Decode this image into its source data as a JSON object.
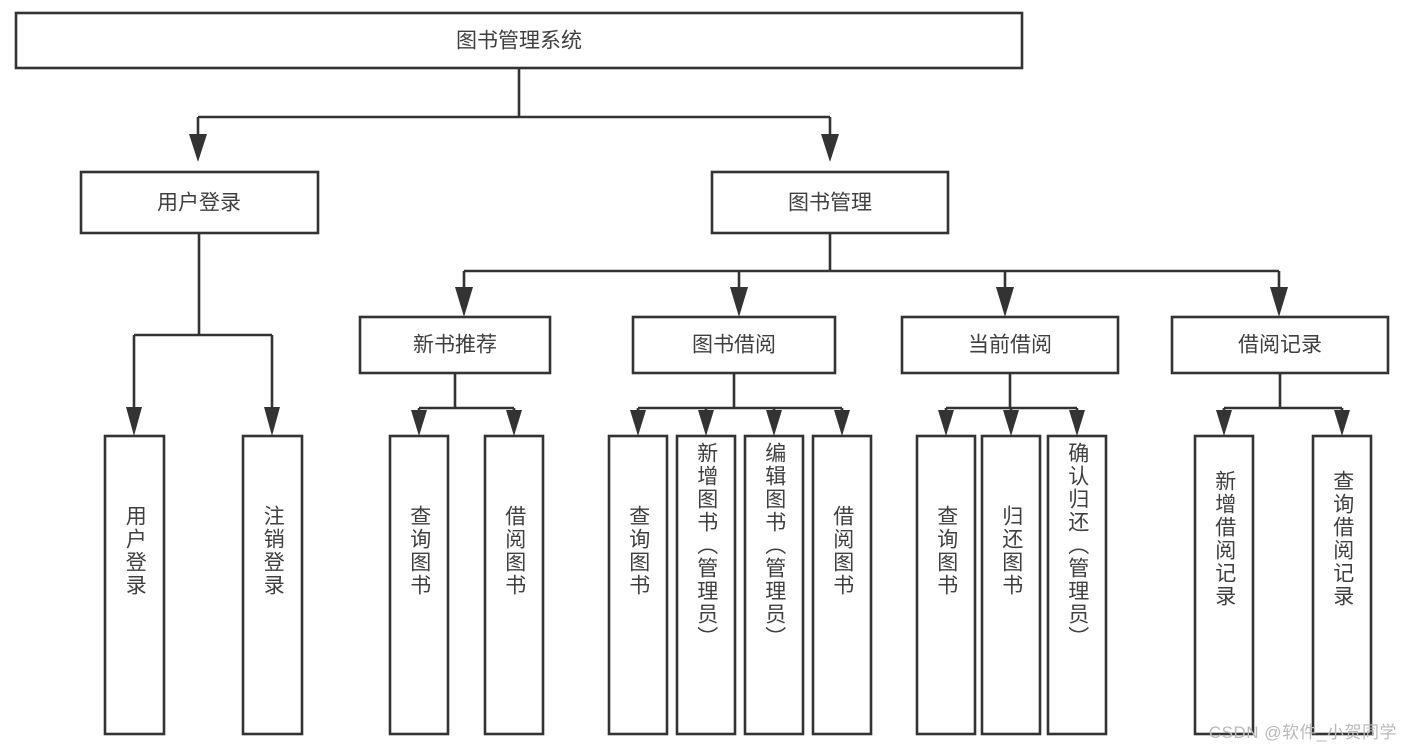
{
  "diagram": {
    "type": "tree-hierarchy-chart",
    "title": "图书管理系统",
    "stroke_color": "#333333",
    "text_color": "#3f3f3f",
    "background_color": "#ffffff",
    "root": {
      "label": "图书管理系统"
    },
    "level2": [
      {
        "label": "用户登录"
      },
      {
        "label": "图书管理"
      }
    ],
    "level3": [
      {
        "label": "新书推荐"
      },
      {
        "label": "图书借阅"
      },
      {
        "label": "当前借阅"
      },
      {
        "label": "借阅记录"
      }
    ],
    "leaves": {
      "user_login": [
        {
          "label": "用户登录"
        },
        {
          "label": "注销登录"
        }
      ],
      "new_book_recommend": [
        {
          "label": "查询图书"
        },
        {
          "label": "借阅图书"
        }
      ],
      "book_borrow": [
        {
          "label": "查询图书"
        },
        {
          "label": "新增图书（管理员）"
        },
        {
          "label": "编辑图书（管理员）"
        },
        {
          "label": "借阅图书"
        }
      ],
      "current_borrow": [
        {
          "label": "查询图书"
        },
        {
          "label": "归还图书"
        },
        {
          "label": "确认归还（管理员）"
        }
      ],
      "borrow_record": [
        {
          "label": "新增借阅记录"
        },
        {
          "label": "查询借阅记录"
        }
      ]
    }
  },
  "watermark": {
    "text": "CSDN @软件_小贺同学"
  }
}
